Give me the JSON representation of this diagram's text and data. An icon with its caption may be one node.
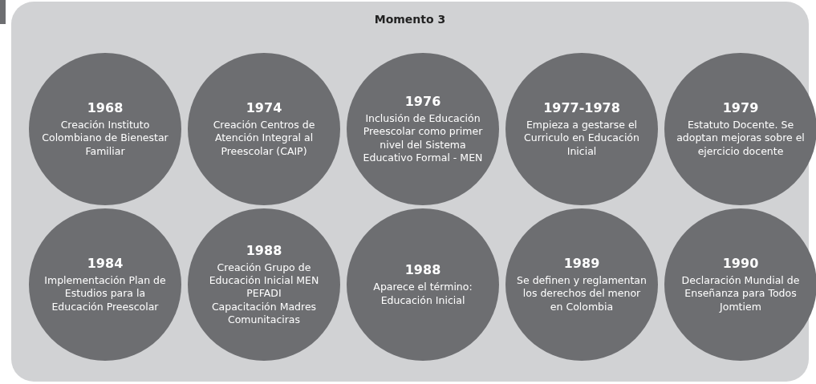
{
  "diagram": {
    "nodes": [
      {
        "text": [
          "Momento 3"
        ]
      },
      {
        "text": [
          "1968",
          "Creación Instituto Colombiano de Bienestar Familiar"
        ],
        "in": 0
      },
      {
        "text": [
          "1974",
          "Creación Centros de Atención Integral al Preescolar (CAIP)"
        ],
        "in": 0
      },
      {
        "text": [
          "1976",
          "Inclusión de Educación Preescolar como primer nivel del Sistema Educativo Formal - MEN"
        ],
        "in": 0
      },
      {
        "text": [
          "1977-1978",
          "Empieza a gestarse el Curriculo en Educación Inicial"
        ],
        "in": 0
      },
      {
        "text": [
          "1979",
          "Estatuto Docente. Se adoptan mejoras sobre el ejercicio docente"
        ],
        "in": 0
      },
      {
        "text": [
          "1984",
          "Implementación Plan de Estudios para la Educación Preescolar"
        ],
        "in": 0
      },
      {
        "text": [
          "1988",
          "Creación Grupo de Educación Inicial MEN PEFADI",
          "Capacitación Madres Comunitaciras"
        ],
        "in": 0
      },
      {
        "text": [
          "1988",
          "Aparece el término: Educación Inicial"
        ],
        "in": 0
      },
      {
        "text": [
          "1989",
          "Se definen y reglamentan los derechos del menor en Colombia"
        ],
        "in": 0
      },
      {
        "text": [
          "1990",
          "Declaración Mundial de Enseñanza para Todos Jomtiem"
        ],
        "in": 0
      }
    ],
    "edges": []
  }
}
